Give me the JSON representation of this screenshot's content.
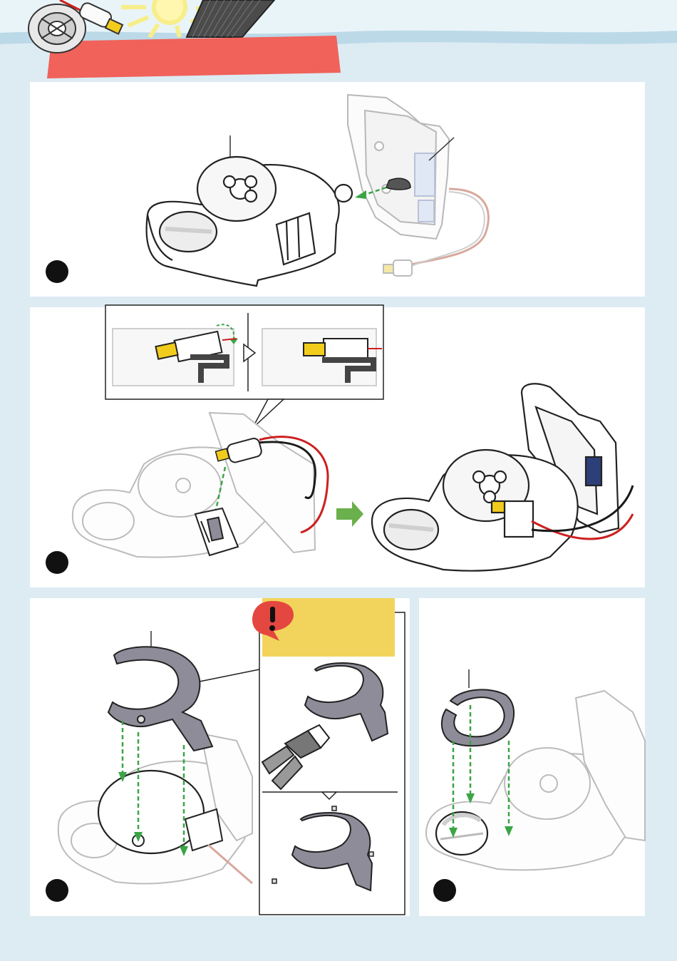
{
  "page": {
    "background": "#ddebf3",
    "header_banner_color": "#f0625a",
    "sea_color": "#bcd9e8"
  },
  "steps": [
    {
      "id": "step-1",
      "badge": "",
      "icons": [
        "rotor-housing",
        "control-board",
        "motor"
      ]
    },
    {
      "id": "step-2",
      "badge": "",
      "icons": [
        "motor-clip-detail",
        "wire-red",
        "wire-black",
        "next-arrow"
      ]
    },
    {
      "id": "step-3",
      "badge": "",
      "icons": [
        "cover-plate",
        "warning-icon",
        "side-cutters-icon"
      ]
    },
    {
      "id": "step-4",
      "badge": "",
      "icons": [
        "ring-clip"
      ]
    }
  ],
  "colors": {
    "guide_arrow": "#3aa545",
    "wire_red": "#cc1f1f",
    "wire_black": "#1a1a1a",
    "part_grey": "#8f8c99",
    "warning_red": "#e4473f",
    "warning_note": "#f2d45c",
    "motor_yellow": "#f2cc1c"
  }
}
